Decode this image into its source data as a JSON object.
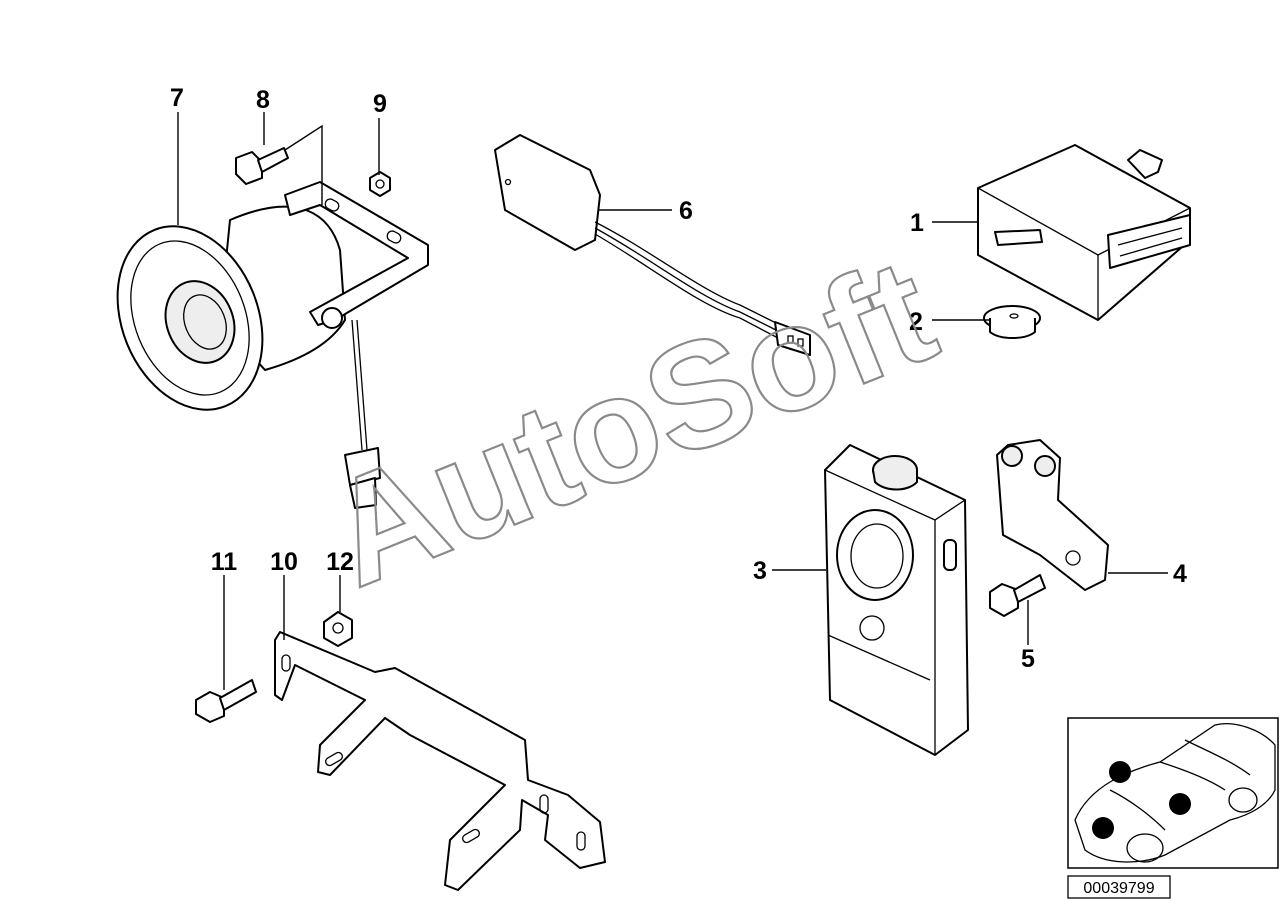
{
  "diagram": {
    "callouts": [
      "1",
      "2",
      "3",
      "4",
      "5",
      "6",
      "7",
      "8",
      "9",
      "10",
      "11",
      "12"
    ],
    "watermark": "AutoSoft",
    "document_id": "00039799",
    "colors": {
      "line": "#000000",
      "watermark": "#8a8a8a",
      "marker": "#000000"
    },
    "icons": [
      "car-location-icon"
    ]
  }
}
